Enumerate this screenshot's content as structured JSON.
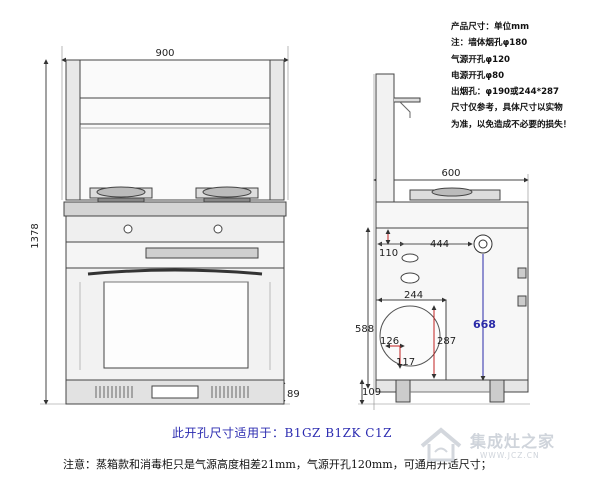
{
  "front_view": {
    "width_dim": "900",
    "height_dim": "1378",
    "base_dim": "89"
  },
  "side_view": {
    "depth_dim": "600",
    "hole_offset_top": "110",
    "hole_offset_side": "444",
    "hole_height": "668",
    "cabinet_height": "588",
    "cutout_width": "244",
    "cutout_diameter": "126",
    "cutout_center": "117",
    "cutout_height": "287",
    "base_height": "109"
  },
  "specs": {
    "lines": [
      "产品尺寸：单位mm",
      "注：墙体烟孔φ180",
      "气源开孔φ120",
      "电源开孔φ80",
      "出烟孔：φ190或244*287",
      "尺寸仅参考，具体尺寸以实物",
      "为准，以免造成不必要的损失！"
    ]
  },
  "caption": "此开孔尺寸适用于：B1GZ B1ZK C1Z",
  "note": "注意：蒸箱款和消毒柜只是气源高度相差21mm，气源开孔120mm，可通用开适尺寸；",
  "watermark": {
    "name": "集成灶之家",
    "url": "WWW.JCZ.CN"
  }
}
